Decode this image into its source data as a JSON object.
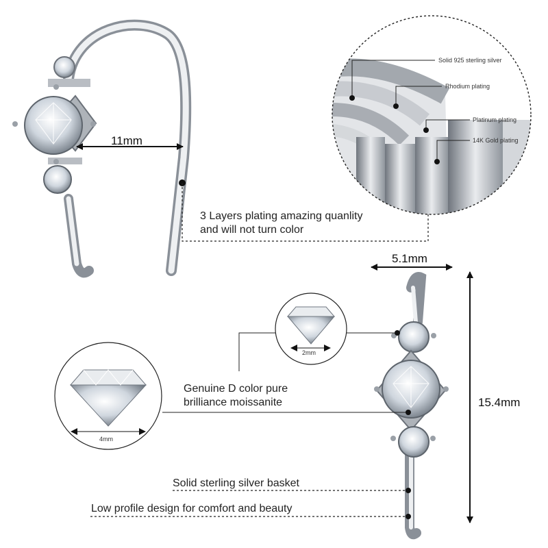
{
  "dimensions": {
    "opening_width": "11mm",
    "top_width": "5.1mm",
    "height": "15.4mm",
    "small_stone": "2mm",
    "large_stone": "4mm"
  },
  "layers": [
    "Solid 925 sterling silver",
    "Rhodium plating",
    "Platinum plating",
    "14K Gold plating"
  ],
  "callouts": {
    "plating_line1": "3 Layers plating amazing quanlity",
    "plating_line2": "and will not turn color",
    "stone_line1": "Genuine D color pure",
    "stone_line2": "brilliance moissanite",
    "basket": "Solid sterling silver basket",
    "profile": "Low profile design for comfort and beauty"
  },
  "colors": {
    "metal": "#c9ccd1",
    "metal_dark": "#8e939a",
    "line": "#222222"
  }
}
